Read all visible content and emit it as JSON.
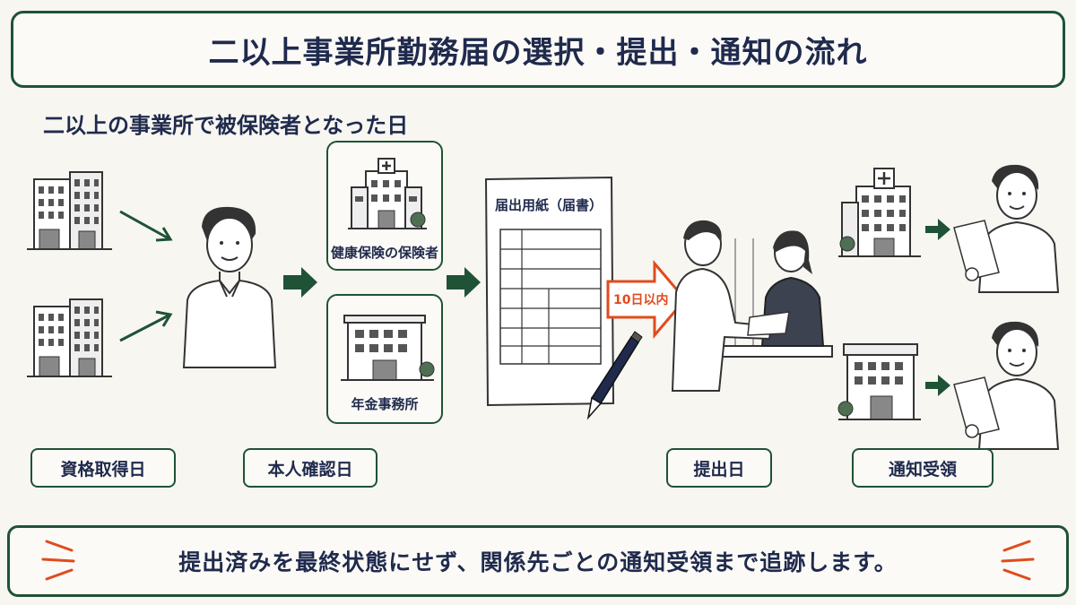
{
  "title": "二以上事業所勤務届の選択・提出・通知の流れ",
  "subtitle": "二以上の事業所で被保険者となった日",
  "org_boxes": [
    {
      "caption": "健康保険の保険者"
    },
    {
      "caption": "年金事務所"
    }
  ],
  "form": {
    "title": "届出用紙（届書）"
  },
  "deadline": "10日以内",
  "step_labels": [
    "資格取得日",
    "本人確認日",
    "提出日",
    "通知受領"
  ],
  "footer": "提出済みを最終状態にせず、関係先ごとの通知受領まで追跡します。",
  "colors": {
    "accent_green": "#1f5236",
    "text_navy": "#1f2a4d",
    "deadline_orange": "#e04b1d"
  }
}
